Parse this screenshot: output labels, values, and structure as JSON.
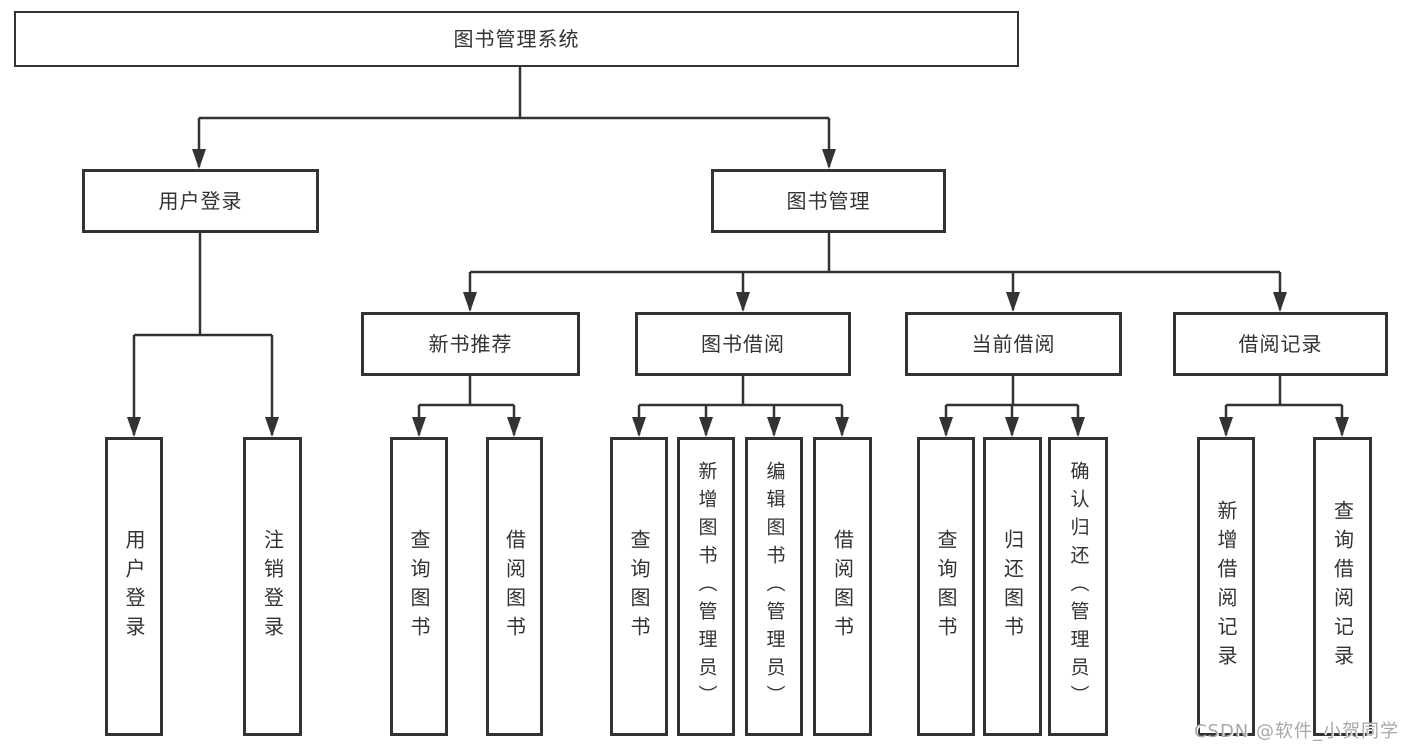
{
  "tree": {
    "root": {
      "label": "图书管理系统",
      "children": [
        {
          "label": "用户登录",
          "children": [
            {
              "label": "用户登录"
            },
            {
              "label": "注销登录"
            }
          ]
        },
        {
          "label": "图书管理",
          "children": [
            {
              "label": "新书推荐",
              "children": [
                {
                  "label": "查询图书"
                },
                {
                  "label": "借阅图书"
                }
              ]
            },
            {
              "label": "图书借阅",
              "children": [
                {
                  "label": "查询图书"
                },
                {
                  "label": "新增图书（管理员）"
                },
                {
                  "label": "编辑图书（管理员）"
                },
                {
                  "label": "借阅图书"
                }
              ]
            },
            {
              "label": "当前借阅",
              "children": [
                {
                  "label": "查询图书"
                },
                {
                  "label": "归还图书"
                },
                {
                  "label": "确认归还（管理员）"
                }
              ]
            },
            {
              "label": "借阅记录",
              "children": [
                {
                  "label": "新增借阅记录"
                },
                {
                  "label": "查询借阅记录"
                }
              ]
            }
          ]
        }
      ]
    }
  },
  "watermark": "CSDN @软件_小贺同学",
  "colors": {
    "line": "#333333",
    "box_border": "#333333",
    "text": "#333333",
    "watermark": "#a8a8a8",
    "background": "#ffffff"
  }
}
